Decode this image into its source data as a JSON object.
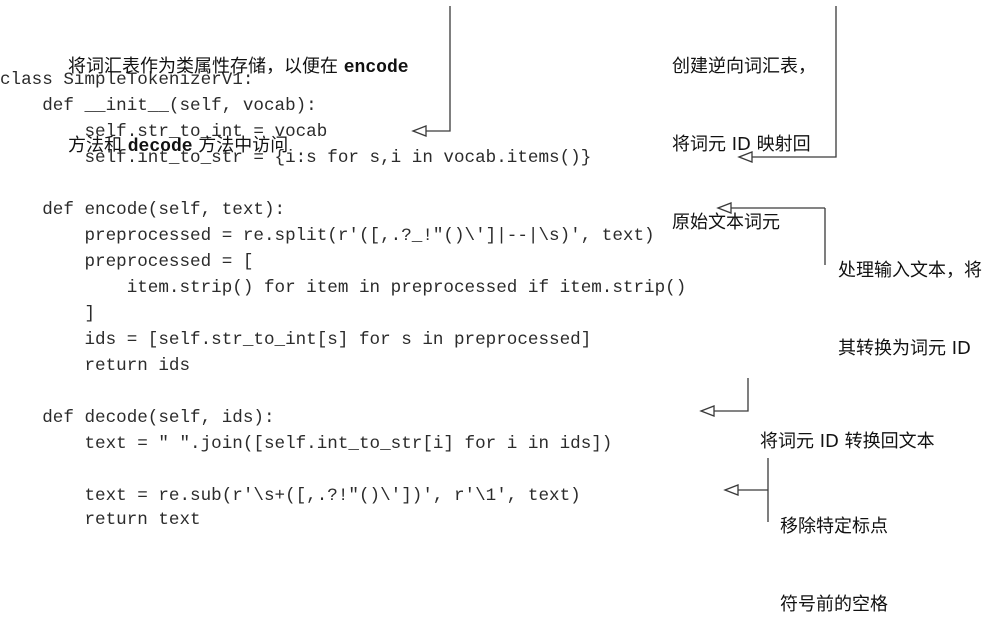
{
  "code_lines": [
    "class SimpleTokenizerV1:",
    "    def __init__(self, vocab):",
    "        self.str_to_int = vocab",
    "        self.int_to_str = {i:s for s,i in vocab.items()}",
    "",
    "    def encode(self, text):",
    "        preprocessed = re.split(r'([,.?_!\"()\\']|--|\\s)', text)",
    "        preprocessed = [",
    "            item.strip() for item in preprocessed if item.strip()",
    "        ]",
    "        ids = [self.str_to_int[s] for s in preprocessed]",
    "        return ids",
    "",
    "    def decode(self, ids):",
    "        text = \" \".join([self.int_to_str[i] for i in ids])",
    "",
    "        text = re.sub(r'\\s+([,.?!\"()\\'])', r'\\1', text)",
    "        return text"
  ],
  "annotations": {
    "store_vocab": {
      "line1_text": "将词汇表作为类属性存储，以便在 ",
      "line1_code": "encode",
      "line2_text1": "方法和 ",
      "line2_code": "decode",
      "line2_text2": " 方法中访问"
    },
    "inverse_vocab": {
      "lines": [
        "创建逆向词汇表，",
        "将词元 ID 映射回",
        "原始文本词元"
      ]
    },
    "encode_note": {
      "lines": [
        "处理输入文本，将",
        "其转换为词元 ID"
      ]
    },
    "decode_note": {
      "lines": [
        "将词元 ID 转换回文本"
      ]
    },
    "sub_note": {
      "lines": [
        "移除特定标点",
        "符号前的空格"
      ]
    }
  }
}
